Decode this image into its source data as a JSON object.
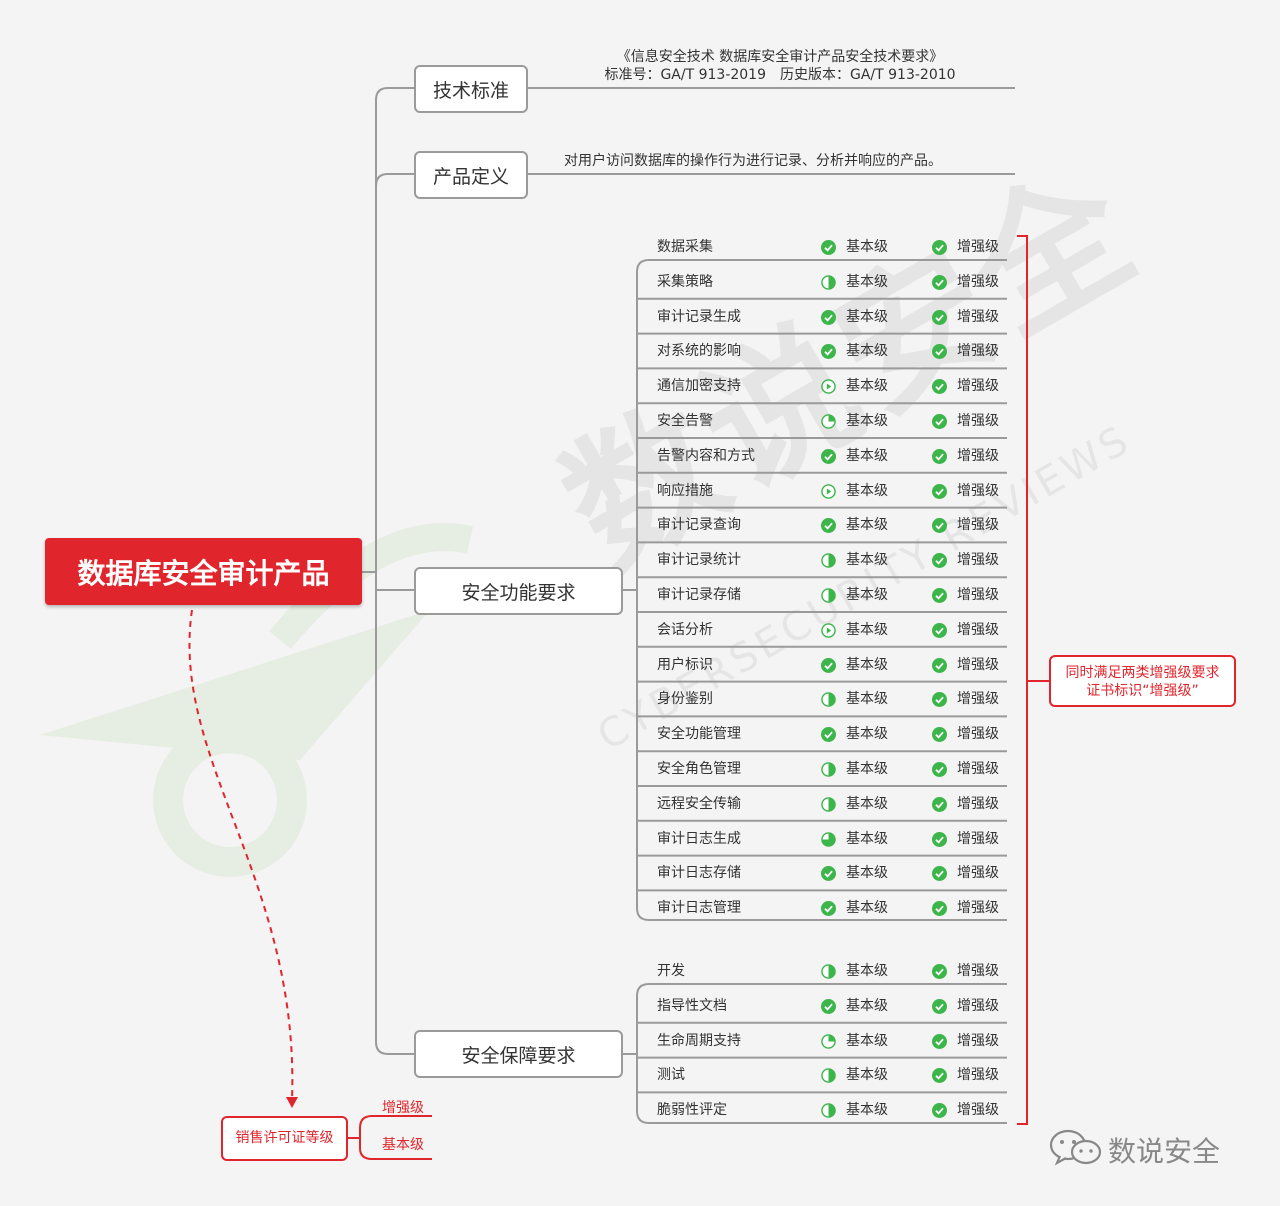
{
  "root": {
    "label": "数据库安全审计产品"
  },
  "branches": {
    "tech_standard": {
      "label": "技术标准",
      "note_line1": "《信息安全技术 数据库安全审计产品安全技术要求》",
      "note_line2": "标准号：GA/T 913-2019　历史版本：GA/T 913-2010"
    },
    "product_definition": {
      "label": "产品定义",
      "note": "对用户访问数据库的操作行为进行记录、分析并响应的产品。"
    },
    "security_function": {
      "label": "安全功能要求"
    },
    "security_assurance": {
      "label": "安全保障要求"
    }
  },
  "levels": {
    "basic": "基本级",
    "enhanced": "增强级"
  },
  "function_items": [
    {
      "label": "数据采集",
      "basic_status": "full"
    },
    {
      "label": "采集策略",
      "basic_status": "half"
    },
    {
      "label": "审计记录生成",
      "basic_status": "full"
    },
    {
      "label": "对系统的影响",
      "basic_status": "full"
    },
    {
      "label": "通信加密支持",
      "basic_status": "start"
    },
    {
      "label": "安全告警",
      "basic_status": "quarter"
    },
    {
      "label": "告警内容和方式",
      "basic_status": "full"
    },
    {
      "label": "响应措施",
      "basic_status": "start"
    },
    {
      "label": "审计记录查询",
      "basic_status": "full"
    },
    {
      "label": "审计记录统计",
      "basic_status": "half"
    },
    {
      "label": "审计记录存储",
      "basic_status": "half"
    },
    {
      "label": "会话分析",
      "basic_status": "start"
    },
    {
      "label": "用户标识",
      "basic_status": "full"
    },
    {
      "label": "身份鉴别",
      "basic_status": "half"
    },
    {
      "label": "安全功能管理",
      "basic_status": "full"
    },
    {
      "label": "安全角色管理",
      "basic_status": "half"
    },
    {
      "label": "远程安全传输",
      "basic_status": "half"
    },
    {
      "label": "审计日志生成",
      "basic_status": "threequarter"
    },
    {
      "label": "审计日志存储",
      "basic_status": "full"
    },
    {
      "label": "审计日志管理",
      "basic_status": "full"
    }
  ],
  "assurance_items": [
    {
      "label": "开发",
      "basic_status": "half"
    },
    {
      "label": "指导性文档",
      "basic_status": "full"
    },
    {
      "label": "生命周期支持",
      "basic_status": "quarter"
    },
    {
      "label": "测试",
      "basic_status": "half"
    },
    {
      "label": "脆弱性评定",
      "basic_status": "half"
    }
  ],
  "callout": {
    "line1": "同时满足两类增强级要求",
    "line2": "证书标识“增强级”"
  },
  "license": {
    "label": "销售许可证等级",
    "option_enhanced": "增强级",
    "option_basic": "基本级"
  },
  "watermark": {
    "cn": "数说安全",
    "en": "CYBERSECURITY REVIEWS"
  },
  "brand": {
    "name": "数说安全",
    "icon": "wechat-icon"
  },
  "colors": {
    "accent_red": "#e0252c",
    "status_green": "#3cb54a",
    "line_gray": "#9a9a9a"
  }
}
